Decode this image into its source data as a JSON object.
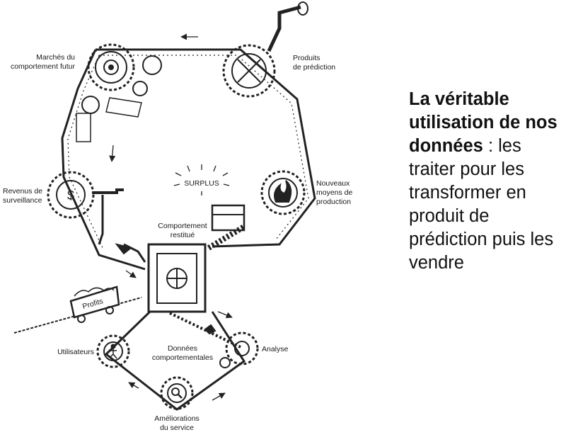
{
  "diagram": {
    "labels": {
      "marches": [
        "Marchés du",
        "comportement futur"
      ],
      "produits": [
        "Produits",
        "de prédiction"
      ],
      "revenus": [
        "Revenus de",
        "surveillance"
      ],
      "surplus": "SURPLUS",
      "nouveaux": [
        "Nouveaux",
        "moyens de",
        "production"
      ],
      "comportement": [
        "Comportement",
        "restitué"
      ],
      "profits": "Profits",
      "utilisateurs": "Utilisateurs",
      "donnees": [
        "Données",
        "comportementales"
      ],
      "analyse": "Analyse",
      "ameliorations": [
        "Améliorations",
        "du service"
      ]
    }
  },
  "caption": {
    "bold": "La véritable utilisation de nos données",
    "sep": " : ",
    "rest": "les traiter pour les transformer en produit de prédiction puis les vendre"
  }
}
